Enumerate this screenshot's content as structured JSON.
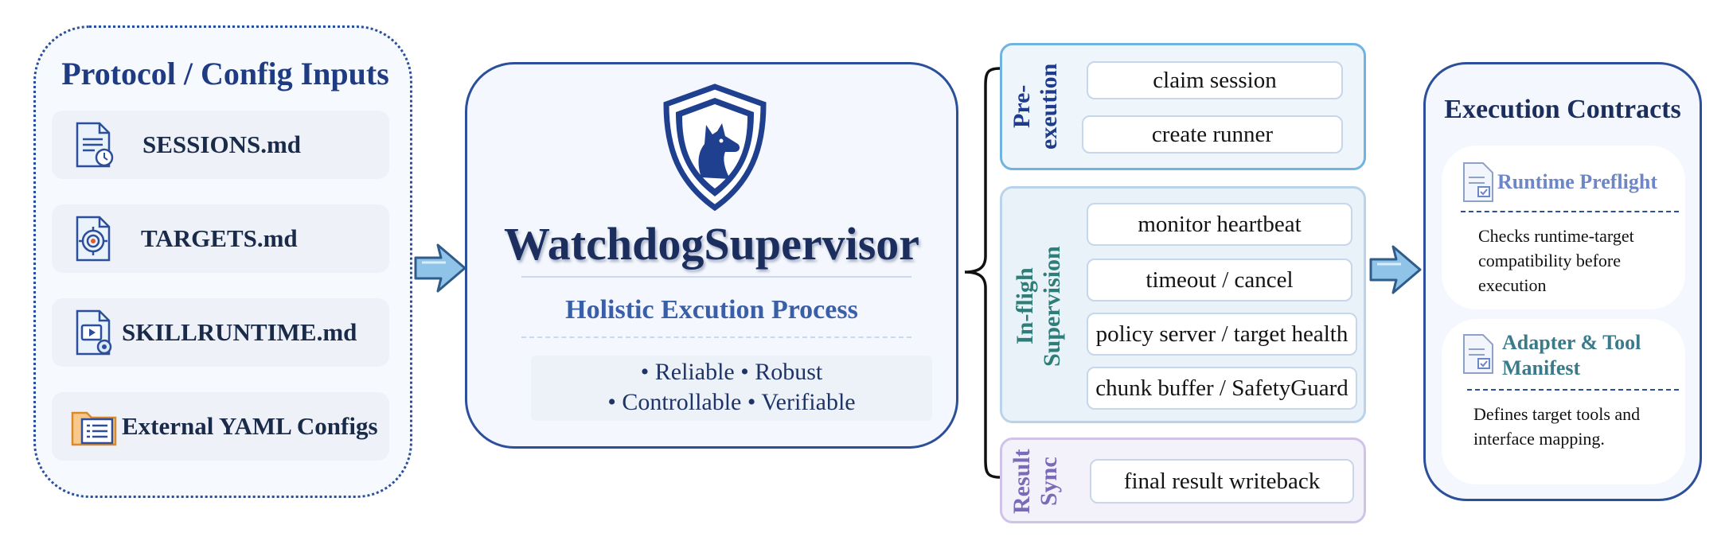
{
  "inputs": {
    "title": "Protocol / Config Inputs",
    "files": [
      {
        "label": "SESSIONS.md",
        "icon": "document-clock-icon"
      },
      {
        "label": "TARGETS.md",
        "icon": "target-document-icon"
      },
      {
        "label": "SKILLRUNTIME.md",
        "icon": "media-document-icon"
      },
      {
        "label": "External YAML Configs",
        "icon": "folder-list-icon"
      }
    ]
  },
  "center": {
    "title": "WatchdogSupervisor",
    "subtitle": "Holistic Excution Process",
    "properties_line1": "• Reliable  • Robust",
    "properties_line2": "• Controllable • Verifiable",
    "logo": "dog-shield-icon"
  },
  "stages": [
    {
      "label": "Pre-\nexeution",
      "color": "#1f3c8c",
      "steps": [
        "claim session",
        "create runner"
      ]
    },
    {
      "label": "In-fligh\nSupervision",
      "color": "#2f7d78",
      "steps": [
        "monitor heartbeat",
        "timeout / cancel",
        "policy server / target health",
        "chunk buffer / SafetyGuard"
      ]
    },
    {
      "label": "Result\nSync",
      "color": "#7a6bb8",
      "steps": [
        "final result writeback"
      ]
    }
  ],
  "contracts": {
    "title": "Execution Contracts",
    "items": [
      {
        "name": "Runtime Preflight",
        "desc": "Checks runtime-target compatibility before execution",
        "color": "#6d86c8",
        "icon": "checklist-document-icon"
      },
      {
        "name": "Adapter & Tool Manifest",
        "desc": "Defines target tools and interface mapping.",
        "color": "#3a7a8a",
        "icon": "checklist-document-icon"
      }
    ]
  },
  "colors": {
    "primary": "#2b4f9a",
    "arrow_fill": "#8fc3e8",
    "arrow_stroke": "#2f5c8a",
    "preexec_border": "#6fb3e0",
    "inflight_border": "#b9d3ea",
    "resultsync_border": "#cfc4e8"
  }
}
